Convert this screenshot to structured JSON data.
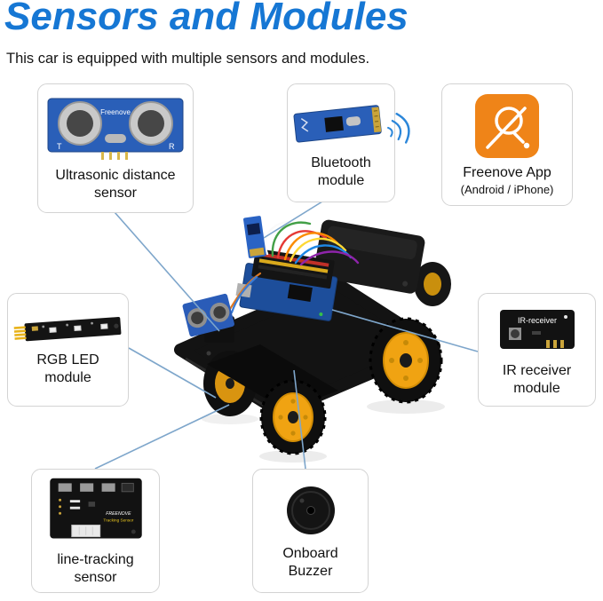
{
  "header": {
    "title": "Sensors and Modules",
    "subtitle": "This car is equipped with multiple sensors and modules."
  },
  "callouts": {
    "ultrasonic": {
      "label": "Ultrasonic distance sensor",
      "pcb_brand": "Freenove",
      "transmitter_label": "T",
      "receiver_label": "R"
    },
    "bluetooth": {
      "label": "Bluetooth module"
    },
    "app": {
      "label": "Freenove App",
      "sublabel": "(Android / iPhone)"
    },
    "rgb_led": {
      "label": "RGB LED module"
    },
    "ir_receiver": {
      "label": "IR receiver module",
      "pcb_text": "IR-receiver"
    },
    "line_tracking": {
      "label": "line-tracking sensor",
      "pcb_brand": "FREENOVE",
      "pcb_text": "Tracking Sensor"
    },
    "buzzer": {
      "label": "Onboard Buzzer"
    }
  },
  "colors": {
    "title_blue": "#1677d4",
    "connector_line": "#7ea6cb",
    "freenove_orange": "#ef8418",
    "pcb_blue": "#2a5fb8",
    "wheel_yellow": "#f0a312",
    "chassis_black": "#131313"
  }
}
